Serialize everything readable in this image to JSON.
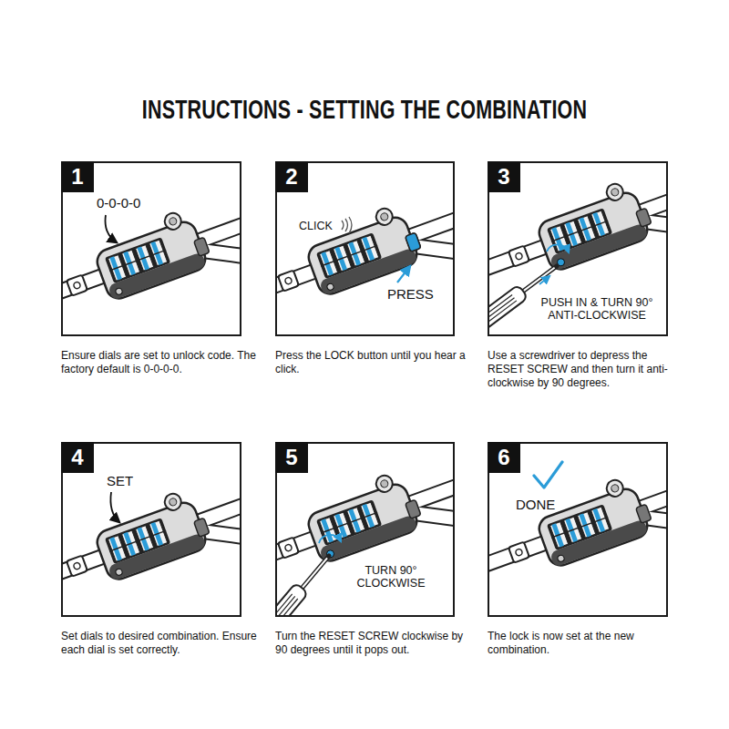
{
  "diagram": {
    "title": "INSTRUCTIONS - SETTING THE COMBINATION",
    "nodes": [
      {
        "text": [
          "Ensure dials are set to unlock code. The factory default is 0-0-0-0."
        ]
      },
      {
        "text": [
          "1"
        ],
        "in": 0
      },
      {
        "text": [
          "Press the LOCK button until you hear a click."
        ]
      },
      {
        "text": [
          "2"
        ],
        "in": 2
      },
      {
        "text": [
          "Use a screwdriver to depress the RESET SCREW and then turn it anti-clockwise by 90 degrees."
        ]
      },
      {
        "text": [
          "3"
        ],
        "in": 4
      },
      {
        "text": [
          "Set dials to desired combination. Ensure each dial is set correctly."
        ]
      },
      {
        "text": [
          "4"
        ],
        "in": 6
      },
      {
        "text": [
          "Turn the RESET SCREW clockwise by 90 degrees until it pops out."
        ]
      },
      {
        "text": [
          "5"
        ],
        "in": 8
      },
      {
        "text": [
          "The lock is now set at the new combination."
        ]
      },
      {
        "text": [
          "6"
        ],
        "in": 10
      }
    ],
    "labels": [
      "0-0-0-0",
      "CLICK",
      "PRESS",
      "PUSH IN & TURN 90° ANTI-CLOCKWISE",
      "SET",
      "TURN 90° CLOCKWISE",
      "DONE"
    ]
  }
}
